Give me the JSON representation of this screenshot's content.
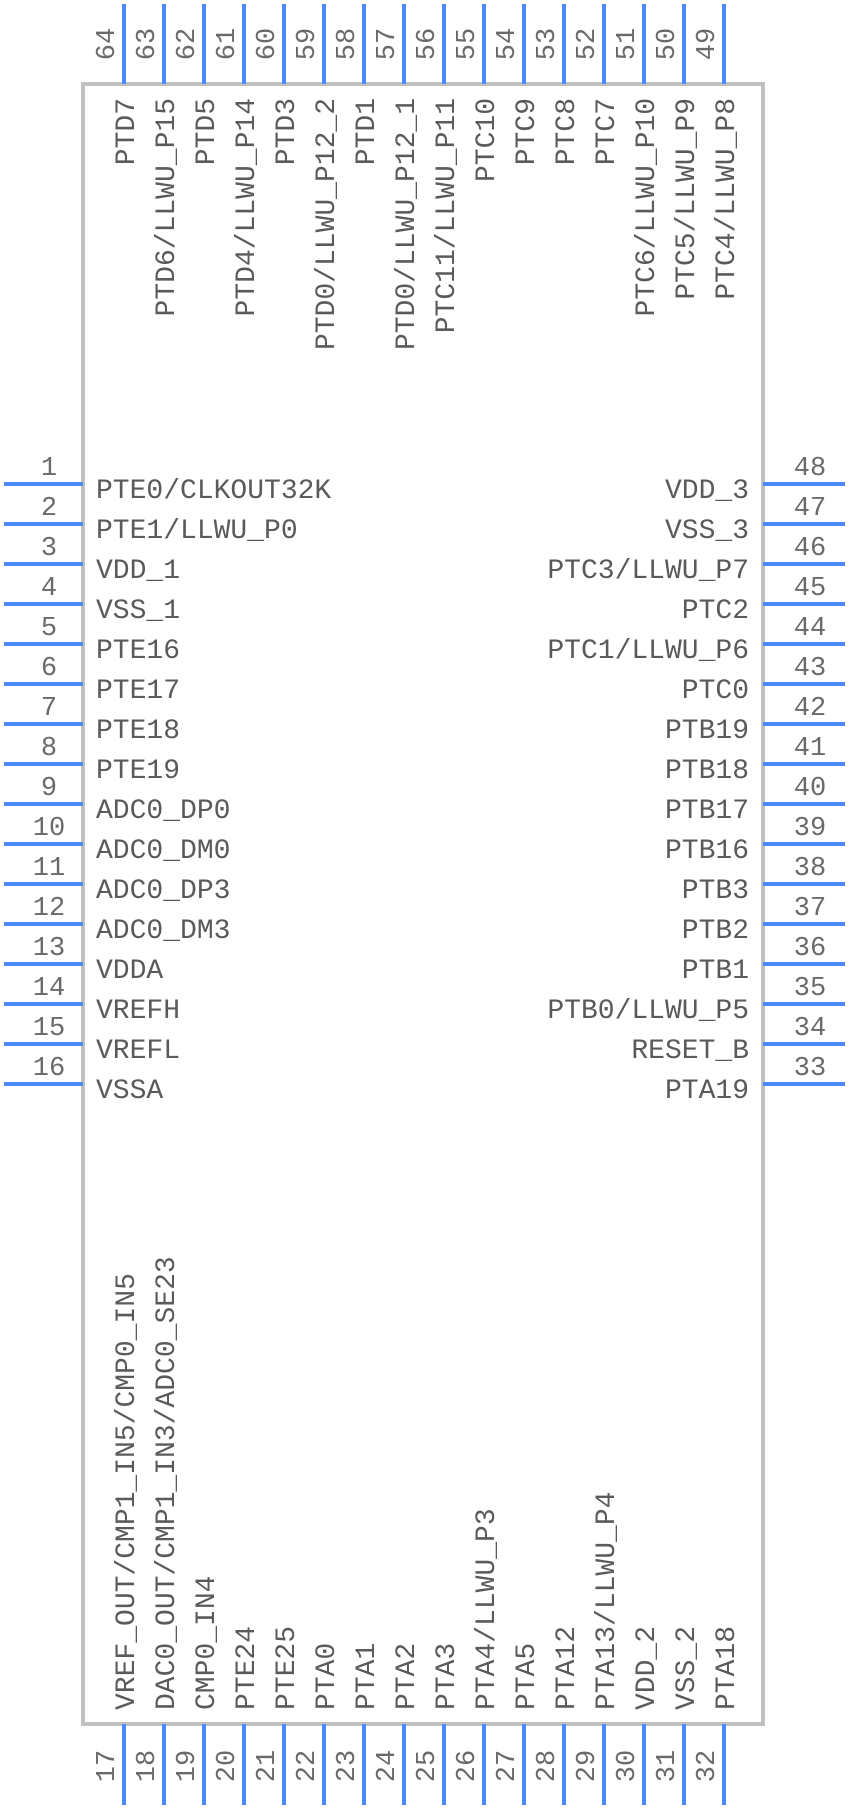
{
  "component": {
    "type": "IC schematic symbol",
    "pin_count": 64,
    "colors": {
      "pin": "#4a8af2",
      "body_outline": "#c0c0c0",
      "text": "#5a5a5a",
      "background": "#ffffff"
    }
  },
  "pins": {
    "left": [
      {
        "num": "1",
        "label": "PTE0/CLKOUT32K"
      },
      {
        "num": "2",
        "label": "PTE1/LLWU_P0"
      },
      {
        "num": "3",
        "label": "VDD_1"
      },
      {
        "num": "4",
        "label": "VSS_1"
      },
      {
        "num": "5",
        "label": "PTE16"
      },
      {
        "num": "6",
        "label": "PTE17"
      },
      {
        "num": "7",
        "label": "PTE18"
      },
      {
        "num": "8",
        "label": "PTE19"
      },
      {
        "num": "9",
        "label": "ADC0_DP0"
      },
      {
        "num": "10",
        "label": "ADC0_DM0"
      },
      {
        "num": "11",
        "label": "ADC0_DP3"
      },
      {
        "num": "12",
        "label": "ADC0_DM3"
      },
      {
        "num": "13",
        "label": "VDDA"
      },
      {
        "num": "14",
        "label": "VREFH"
      },
      {
        "num": "15",
        "label": "VREFL"
      },
      {
        "num": "16",
        "label": "VSSA"
      }
    ],
    "bottom": [
      {
        "num": "17",
        "label": "VREF_OUT/CMP1_IN5/CMP0_IN5"
      },
      {
        "num": "18",
        "label": "DAC0_OUT/CMP1_IN3/ADC0_SE23"
      },
      {
        "num": "19",
        "label": "CMP0_IN4"
      },
      {
        "num": "20",
        "label": "PTE24"
      },
      {
        "num": "21",
        "label": "PTE25"
      },
      {
        "num": "22",
        "label": "PTA0"
      },
      {
        "num": "23",
        "label": "PTA1"
      },
      {
        "num": "24",
        "label": "PTA2"
      },
      {
        "num": "25",
        "label": "PTA3"
      },
      {
        "num": "26",
        "label": "PTA4/LLWU_P3"
      },
      {
        "num": "27",
        "label": "PTA5"
      },
      {
        "num": "28",
        "label": "PTA12"
      },
      {
        "num": "29",
        "label": "PTA13/LLWU_P4"
      },
      {
        "num": "30",
        "label": "VDD_2"
      },
      {
        "num": "31",
        "label": "VSS_2"
      },
      {
        "num": "32",
        "label": "PTA18"
      }
    ],
    "right": [
      {
        "num": "48",
        "label": "VDD_3"
      },
      {
        "num": "47",
        "label": "VSS_3"
      },
      {
        "num": "46",
        "label": "PTC3/LLWU_P7"
      },
      {
        "num": "45",
        "label": "PTC2"
      },
      {
        "num": "44",
        "label": "PTC1/LLWU_P6"
      },
      {
        "num": "43",
        "label": "PTC0"
      },
      {
        "num": "42",
        "label": "PTB19"
      },
      {
        "num": "41",
        "label": "PTB18"
      },
      {
        "num": "40",
        "label": "PTB17"
      },
      {
        "num": "39",
        "label": "PTB16"
      },
      {
        "num": "38",
        "label": "PTB3"
      },
      {
        "num": "37",
        "label": "PTB2"
      },
      {
        "num": "36",
        "label": "PTB1"
      },
      {
        "num": "35",
        "label": "PTB0/LLWU_P5"
      },
      {
        "num": "34",
        "label": "RESET_B"
      },
      {
        "num": "33",
        "label": "PTA19"
      }
    ],
    "top": [
      {
        "num": "64",
        "label": "PTD7"
      },
      {
        "num": "63",
        "label": "PTD6/LLWU_P15"
      },
      {
        "num": "62",
        "label": "PTD5"
      },
      {
        "num": "61",
        "label": "PTD4/LLWU_P14"
      },
      {
        "num": "60",
        "label": "PTD3"
      },
      {
        "num": "59",
        "label": "PTD0/LLWU_P12_2"
      },
      {
        "num": "58",
        "label": "PTD1"
      },
      {
        "num": "57",
        "label": "PTD0/LLWU_P12_1"
      },
      {
        "num": "56",
        "label": "PTC11/LLWU_P11"
      },
      {
        "num": "55",
        "label": "PTC10"
      },
      {
        "num": "54",
        "label": "PTC9"
      },
      {
        "num": "53",
        "label": "PTC8"
      },
      {
        "num": "52",
        "label": "PTC7"
      },
      {
        "num": "51",
        "label": "PTC6/LLWU_P10"
      },
      {
        "num": "50",
        "label": "PTC5/LLWU_P9"
      },
      {
        "num": "49",
        "label": "PTC4/LLWU_P8"
      }
    ]
  }
}
